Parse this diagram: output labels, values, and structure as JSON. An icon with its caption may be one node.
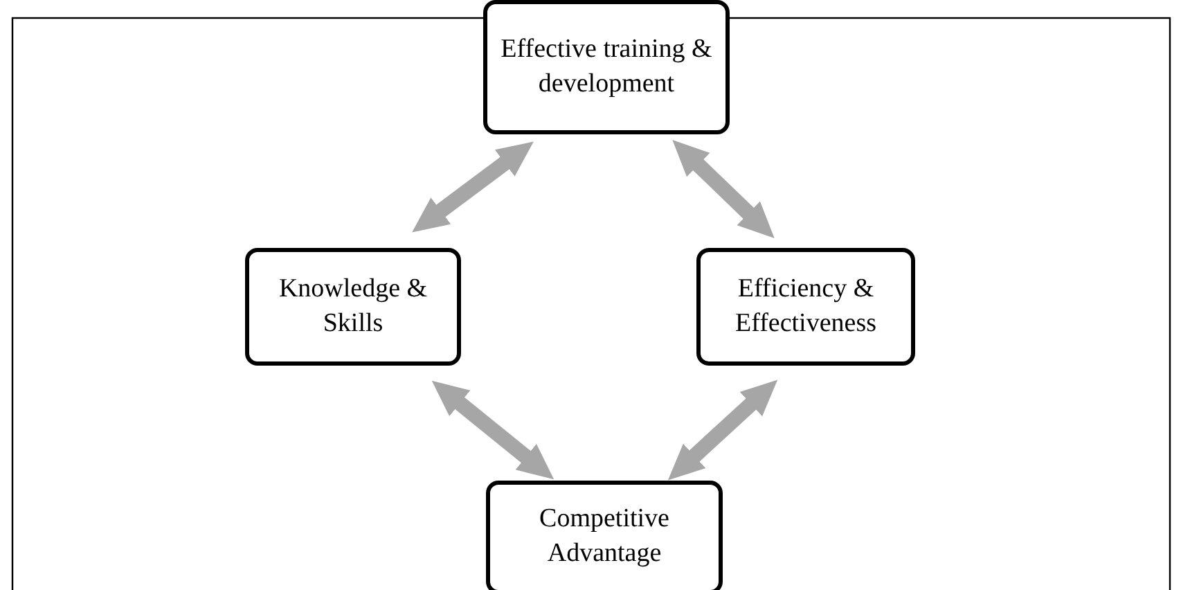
{
  "diagram": {
    "nodes": [
      {
        "text": [
          "Effective training & development"
        ]
      },
      {
        "text": [
          "Knowledge & Skills"
        ]
      },
      {
        "text": [
          "Efficiency & Effectiveness"
        ]
      },
      {
        "text": [
          "Competitive Advantage"
        ]
      }
    ],
    "edges": [
      {
        "from": 0,
        "to": 1,
        "arrow": "both"
      },
      {
        "from": 0,
        "to": 2,
        "arrow": "both"
      },
      {
        "from": 1,
        "to": 3,
        "arrow": "both"
      },
      {
        "from": 2,
        "to": 3,
        "arrow": "both"
      }
    ]
  }
}
